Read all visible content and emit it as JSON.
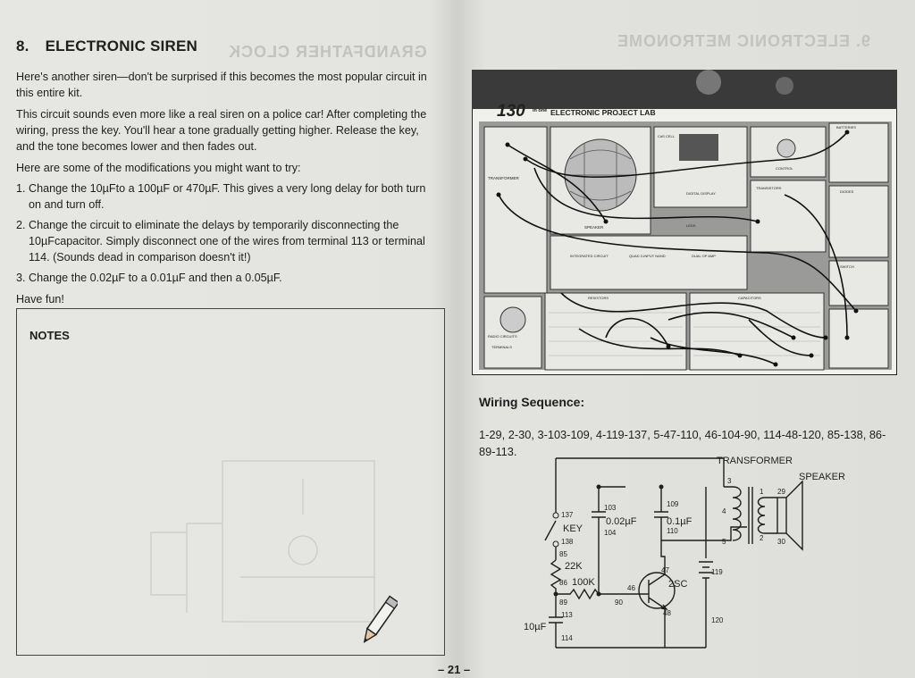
{
  "left": {
    "section_number": "8.",
    "title": "ELECTRONIC SIREN",
    "intro": "Here's another siren—don't be surprised if this becomes the most popular circuit in this entire kit.",
    "paragraph2": "This circuit sounds even more like a real siren on a police car! After completing the wiring, press the key. You'll hear a tone gradually getting higher. Release the key, and the tone becomes lower and then fades out.",
    "mods_intro": "Here are some of the modifications you might want to try:",
    "mods": [
      "Change the 10µFto a 100µF or 470µF. This gives a very long delay for both turn on and turn off.",
      "Change the circuit to eliminate the delays by temporarily disconnecting the 10µFcapacitor. Simply disconnect one of the wires from terminal 113 or terminal 114. (Sounds dead in comparison doesn't it!)",
      "Change the 0.02µF to a 0.01µF and then a 0.05µF."
    ],
    "closing": "Have fun!",
    "notes_label": "NOTES"
  },
  "kit": {
    "brand": "130",
    "brand_suffix": "in one",
    "title": "ELECTRONIC PROJECT LAB",
    "labels": {
      "transformer": "TRANSFORMER",
      "speaker": "SPEAKER",
      "cds_cell": "CdS CELL",
      "digital_display": "DIGITAL DISPLAY",
      "leds": "LEDS",
      "control": "CONTROL",
      "transistors": "TRANSISTORS",
      "batteries": "BATTERIES",
      "diodes": "DIODES",
      "integrated_circuit": "INTEGRATED CIRCUIT",
      "quad_nand": "QUAD 2-INPUT NAND",
      "dual_op_amp": "DUAL OP AMP",
      "switch": "SWITCH",
      "resistors": "RESISTORS",
      "capacitors": "CAPACITORS",
      "radio_circuits": "RADIO CIRCUITS",
      "terminals": "TERMINALS"
    }
  },
  "wiring": {
    "heading": "Wiring Sequence:",
    "sequence": "1-29, 2-30, 3-103-109, 4-119-137, 5-47-110, 46-104-90, 114-48-120, 85-138, 86-89-113."
  },
  "schematic": {
    "transformer": "TRANSFORMER",
    "speaker": "SPEAKER",
    "key": "KEY",
    "cap1": "0.02µF",
    "cap2": "0.1µF",
    "r1": "22K",
    "r2": "100K",
    "cap3": "10µF",
    "transistor": "2SC",
    "terminals": [
      "1",
      "2",
      "3",
      "4",
      "5",
      "29",
      "30",
      "103",
      "104",
      "109",
      "110",
      "137",
      "138",
      "85",
      "86",
      "89",
      "90",
      "47",
      "46",
      "48",
      "113",
      "114",
      "119",
      "120"
    ]
  },
  "page_number": "– 21 –",
  "ghost_text": {
    "left_title": "GRANDFATHER CLOCK",
    "right_title": "9.   ELECTRONIC METRONOME"
  },
  "colors": {
    "paper": "#e4e4e0",
    "ink": "#1e1e1e",
    "ghost": "#c2c2be"
  }
}
